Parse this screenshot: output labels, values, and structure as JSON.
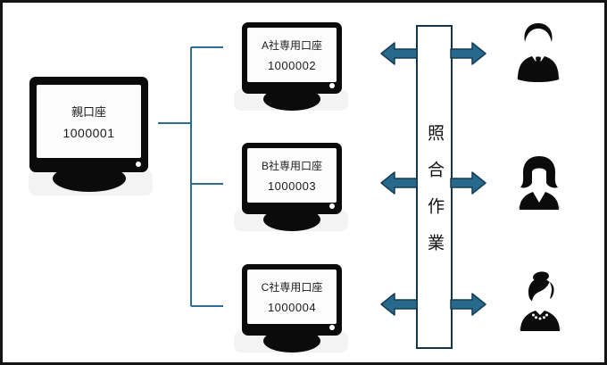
{
  "parent_account": {
    "label": "親口座",
    "number": "1000001"
  },
  "sub_accounts": [
    {
      "label": "A社専用口座",
      "number": "1000002"
    },
    {
      "label": "B社専用口座",
      "number": "1000003"
    },
    {
      "label": "C社専用口座",
      "number": "1000004"
    }
  ],
  "process_bar": {
    "label": "照合作業"
  },
  "persons": [
    {
      "icon": "businessman-icon"
    },
    {
      "icon": "businesswoman-bob-hair-icon"
    },
    {
      "icon": "businesswoman-bun-hair-icon"
    }
  ],
  "colors": {
    "connector_line": "#2E6E96",
    "arrow_fill": "#26698C",
    "arrow_outline": "#153C52",
    "bar_border": "#15344A",
    "monitor_frame": "#0B0B0B",
    "silhouette": "#0B0B0B",
    "base_gray": "#F3F3F3",
    "screen_white": "#FCFCFC"
  }
}
